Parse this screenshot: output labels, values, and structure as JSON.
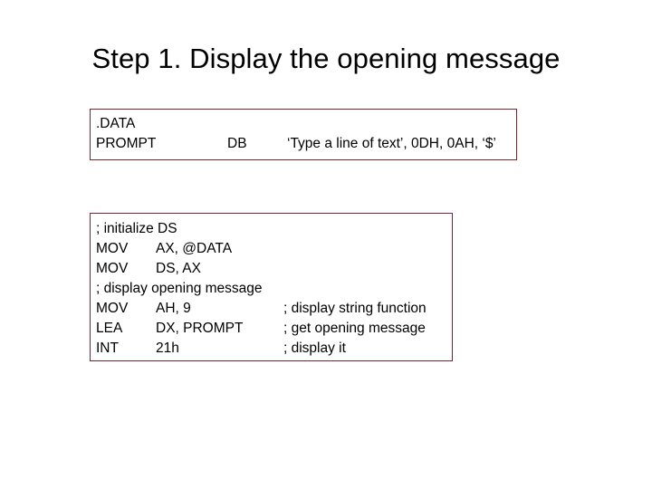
{
  "slide": {
    "title": "Step 1. Display the opening message"
  },
  "data_box": {
    "name": "data-segment-code-box",
    "border_color": "#7B2430",
    "lines": [
      {
        "label": ".DATA",
        "directive": "",
        "operand": ""
      },
      {
        "label": "PROMPT",
        "directive": "DB",
        "operand": "‘Type a line of text’, 0DH, 0AH, ‘$’"
      }
    ]
  },
  "code_box": {
    "name": "code-segment-code-box",
    "border_color": "#7B2430",
    "lines": [
      {
        "kind": "comment",
        "text": "; initialize DS"
      },
      {
        "kind": "instruction",
        "mnemonic": "MOV",
        "operands": "AX, @DATA",
        "comment": ""
      },
      {
        "kind": "instruction",
        "mnemonic": "MOV",
        "operands": "DS, AX",
        "comment": ""
      },
      {
        "kind": "comment",
        "text": ";  display opening message"
      },
      {
        "kind": "instruction",
        "mnemonic": "MOV",
        "operands": "AH, 9",
        "comment": "; display string function"
      },
      {
        "kind": "instruction",
        "mnemonic": "LEA",
        "operands": "DX, PROMPT",
        "comment": "; get opening message"
      },
      {
        "kind": "instruction",
        "mnemonic": "INT",
        "operands": "21h",
        "comment": "; display it"
      }
    ]
  }
}
